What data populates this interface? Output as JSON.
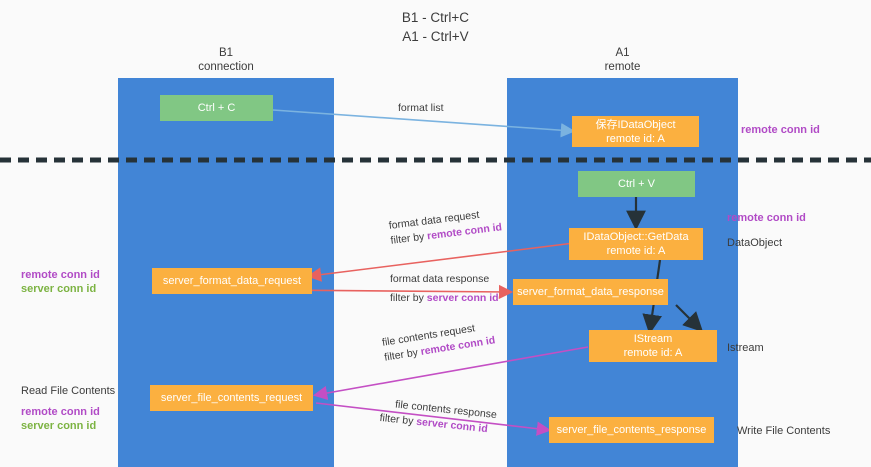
{
  "title": "B1 - Ctrl+C\nA1 - Ctrl+V",
  "colors": {
    "lane": "#4285d6",
    "node_green": "#81c784",
    "node_orange": "#fbb040",
    "purple": "#b14bc6",
    "green_text": "#7cb342",
    "arrow_blue": "#7bb3e0",
    "arrow_red": "#e8625f",
    "arrow_magenta": "#c44fc4",
    "arrow_dark": "#263238",
    "background": "#fafafa"
  },
  "lanes": [
    {
      "id": "b1",
      "title": "B1\nconnection"
    },
    {
      "id": "a1",
      "title": "A1\nremote"
    }
  ],
  "nodes": [
    {
      "id": "ctrl-c",
      "lane": "b1",
      "kind": "green",
      "line1": "Ctrl + C",
      "line2": ""
    },
    {
      "id": "save-idataobject",
      "lane": "a1",
      "kind": "orange",
      "line1": "保存IDataObject",
      "line2": "remote id: A"
    },
    {
      "id": "ctrl-v",
      "lane": "a1",
      "kind": "green",
      "line1": "Ctrl + V",
      "line2": ""
    },
    {
      "id": "getdata",
      "lane": "a1",
      "kind": "orange",
      "line1": "IDataObject::GetData",
      "line2": "remote id: A"
    },
    {
      "id": "server-format-data-request",
      "lane": "b1",
      "kind": "orange",
      "line1": "server_format_data_request",
      "line2": ""
    },
    {
      "id": "server-format-data-response",
      "lane": "a1",
      "kind": "orange",
      "line1": "server_format_data_response",
      "line2": ""
    },
    {
      "id": "istream",
      "lane": "a1",
      "kind": "orange",
      "line1": "IStream",
      "line2": "remote id: A"
    },
    {
      "id": "server-file-contents-request",
      "lane": "b1",
      "kind": "orange",
      "line1": "server_file_contents_request",
      "line2": ""
    },
    {
      "id": "server-file-contents-response",
      "lane": "a1",
      "kind": "orange",
      "line1": "server_file_contents_response",
      "line2": ""
    }
  ],
  "right_labels": [
    {
      "id": "remote-conn-id-top",
      "text": "remote conn id",
      "style": "purple"
    },
    {
      "id": "remote-conn-id-mid",
      "text": "remote conn id",
      "style": "purple"
    },
    {
      "id": "dataobject",
      "text": "DataObject",
      "style": "plain"
    },
    {
      "id": "istream-label",
      "text": "Istream",
      "style": "plain"
    },
    {
      "id": "write-file-contents",
      "text": "Write File Contents",
      "style": "plain"
    }
  ],
  "left_labels": [
    {
      "id": "conn-ids-mid",
      "purple": "remote conn id",
      "green": "server conn id",
      "plain": ""
    },
    {
      "id": "read-file",
      "plain": "Read File Contents",
      "purple": "remote conn id",
      "green": "server conn id"
    }
  ],
  "edges": [
    {
      "id": "format-list",
      "line1": "format list",
      "line2_prefix": "",
      "line2_id": ""
    },
    {
      "id": "format-data-request",
      "line1": "format data request",
      "line2_prefix": "filter by ",
      "line2_id": "remote conn id"
    },
    {
      "id": "format-data-response",
      "line1": "format data response",
      "line2_prefix": "filter by ",
      "line2_id": "server conn id"
    },
    {
      "id": "file-contents-request",
      "line1": "file contents request",
      "line2_prefix": "filter by ",
      "line2_id": "remote conn id"
    },
    {
      "id": "file-contents-response",
      "line1": "file contents response",
      "line2_prefix": "filter by ",
      "line2_id": "server conn id"
    }
  ]
}
